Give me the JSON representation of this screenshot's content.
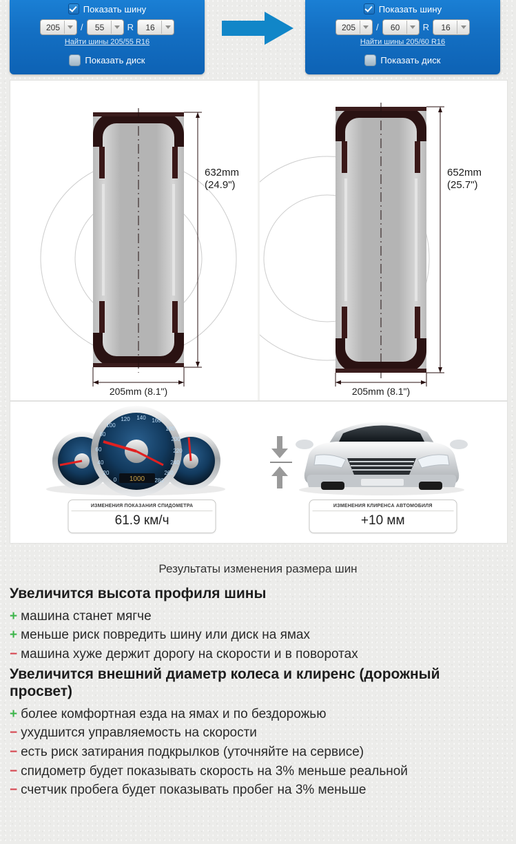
{
  "selectors": {
    "show_tire_label": "Показать шину",
    "show_disc_label": "Показать диск",
    "slash": "/",
    "r_char": "R",
    "left": {
      "width": "205",
      "profile": "55",
      "diameter": "16",
      "find_link": "Найти шины 205/55 R16"
    },
    "right": {
      "width": "205",
      "profile": "60",
      "diameter": "16",
      "find_link": "Найти шины 205/60 R16"
    },
    "arrow_color": "#1186c8",
    "panel_color": "#1470c4"
  },
  "diagram": {
    "left": {
      "diameter_mm": "632mm",
      "diameter_in": "(24.9\")",
      "width_label": "205mm (8.1\")"
    },
    "right": {
      "diameter_mm": "652mm",
      "diameter_in": "(25.7\")",
      "width_label": "205mm (8.1\")"
    }
  },
  "readouts": {
    "speedometer": {
      "caption": "ИЗМЕНЕНИЯ ПОКАЗАНИЯ СПИДОМЕТРА",
      "value": "61.9 км/ч"
    },
    "clearance": {
      "caption": "ИЗМЕНЕНИЯ КЛИРЕНСА АВТОМОБИЛЯ",
      "value": "+10 мм"
    }
  },
  "results": {
    "title": "Результаты изменения размера шин",
    "section1": {
      "heading": "Увеличится высота профиля шины",
      "items": [
        {
          "sign": "+",
          "type": "plus",
          "text": "машина станет мягче"
        },
        {
          "sign": "+",
          "type": "plus",
          "text": "меньше риск повредить шину или диск на ямах"
        },
        {
          "sign": "−",
          "type": "minus",
          "text": "машина хуже держит дорогу на скорости и в поворотах"
        }
      ]
    },
    "section2": {
      "heading": "Увеличится внешний диаметр колеса и клиренс (дорожный просвет)",
      "items": [
        {
          "sign": "+",
          "type": "plus",
          "text": "более комфортная езда на ямах и по бездорожью"
        },
        {
          "sign": "−",
          "type": "minus",
          "text": "ухудшится управляемость на скорости"
        },
        {
          "sign": "−",
          "type": "minus",
          "text": "есть риск затирания подкрылков (уточняйте на сервисе)"
        },
        {
          "sign": "−",
          "type": "minus",
          "text": "спидометр будет показывать скорость на 3% меньше реальной"
        },
        {
          "sign": "−",
          "type": "minus",
          "text": "счетчик пробега будет показывать пробег на 3% меньше"
        }
      ]
    }
  }
}
